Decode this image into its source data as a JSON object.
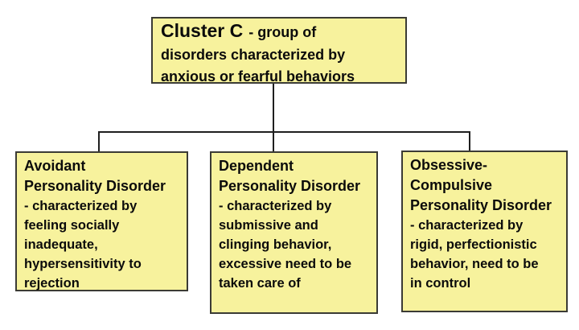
{
  "diagram": {
    "root": {
      "title": "Cluster C",
      "description_start": "- group of",
      "description_lines": [
        "disorders characterized by",
        "anxious or fearful behaviors"
      ]
    },
    "children": [
      {
        "name_lines": [
          "Avoidant",
          "Personality Disorder"
        ],
        "description_lines": [
          "- characterized by",
          "feeling socially",
          "inadequate,",
          "hypersensitivity to",
          "rejection"
        ]
      },
      {
        "name_lines": [
          "Dependent",
          "Personality Disorder"
        ],
        "description_lines": [
          "- characterized by",
          "submissive and",
          "clinging behavior,",
          "excessive need to be",
          "taken care of"
        ]
      },
      {
        "name_lines": [
          "Obsessive-",
          "Compulsive",
          "Personality Disorder"
        ],
        "description_lines": [
          "- characterized by",
          "rigid, perfectionistic",
          "behavior, need to be",
          "in control"
        ]
      }
    ],
    "colors": {
      "node_fill": "#F7F29D",
      "node_border": "#3B3B35",
      "connector_line": "#1F1F1F",
      "text": "#0B0B0B",
      "background": "#FFFFFF"
    }
  }
}
